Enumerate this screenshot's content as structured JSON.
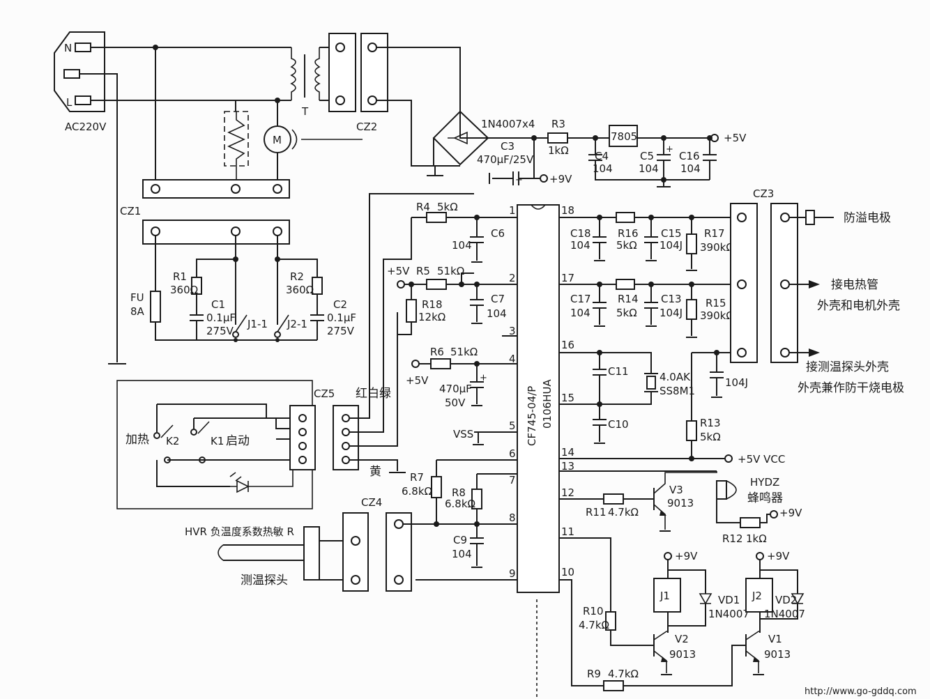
{
  "power": {
    "n": "N",
    "l": "L",
    "ac": "AC220V",
    "t": "T",
    "cz1": "CZ1",
    "cz2": "CZ2",
    "fu": "FU",
    "fu_val": "8A",
    "m": "M"
  },
  "supply": {
    "bridge": "1N4007x4",
    "r3": "R3",
    "r3v": "1kΩ",
    "c3": "C3",
    "c3v": "470μF/25V",
    "p9": "+9V",
    "reg": "7805",
    "p5": "+5V",
    "c4": "C4",
    "c4v": "104",
    "c5": "C5",
    "c5v": "104",
    "c16": "C16",
    "c16v": "104"
  },
  "relay_board": {
    "r1": "R1",
    "r1v": "360Ω",
    "c1": "C1",
    "c1v": "0.1μF",
    "c1v2": "275V",
    "j11": "J1-1",
    "r2": "R2",
    "r2v": "360Ω",
    "c2": "C2",
    "c2v": "0.1μF",
    "c2v2": "275V",
    "j21": "J2-1"
  },
  "panel": {
    "heat": "加热",
    "k2": "K2",
    "k1": "K1",
    "start": "启动",
    "cz5": "CZ5",
    "colors": "红白绿",
    "yellow": "黄"
  },
  "probe": {
    "hvr": "HVR 负温度系数热敏 R",
    "cz4": "CZ4",
    "probe": "测温探头"
  },
  "ic": {
    "name": "CF745-04/P",
    "code": "0106HUA",
    "pins": [
      "1",
      "2",
      "3",
      "4",
      "5",
      "6",
      "7",
      "8",
      "9",
      "10",
      "11",
      "12",
      "13",
      "14",
      "15",
      "16",
      "17",
      "18"
    ]
  },
  "left_parts": {
    "r4": "R4",
    "r4v": "5kΩ",
    "c6": "C6",
    "c6v": "104",
    "p5": "+5V",
    "r5": "R5",
    "r5v": "51kΩ",
    "c7": "C7",
    "c7v": "104",
    "r18": "R18",
    "r18v": "12kΩ",
    "r6": "R6",
    "r6v": "51kΩ",
    "p5b": "+5V",
    "cap": "470μF",
    "capv": "50V",
    "vss": "VSS",
    "r7": "R7",
    "r7v": "6.8kΩ",
    "r8": "R8",
    "r8v": "6.8kΩ",
    "c9": "C9",
    "c9v": "104"
  },
  "right_parts": {
    "c18": "C18",
    "c18v": "104",
    "r16": "R16",
    "r16v": "5kΩ",
    "c15": "C15",
    "c15v": "104J",
    "r17": "R17",
    "r17v": "390kΩ",
    "c17": "C17",
    "c17v": "104",
    "r14": "R14",
    "r14v": "5kΩ",
    "c13": "C13",
    "c13v": "104J",
    "r15": "R15",
    "r15v": "390kΩ",
    "c11": "C11",
    "c10": "C10",
    "xt": "4.0AK",
    "xt2": "SS8M1",
    "c104j": "104J",
    "r13": "R13",
    "r13v": "5kΩ",
    "vcc": "+5V  VCC",
    "cz3": "CZ3",
    "e1": "防溢电极",
    "e2a": "接电热管",
    "e2b": "外壳和电机外壳",
    "e3a": "接测温探头外壳",
    "e3b": "外壳兼作防干烧电极"
  },
  "drivers": {
    "r11": "R11",
    "r11v": "4.7kΩ",
    "v3": "V3",
    "v3t": "9013",
    "hydz": "HYDZ",
    "buzz": "蜂鸣器",
    "p9a": "+9V",
    "r12": "R12",
    "r12v": "1kΩ",
    "p9b": "+9V",
    "p9c": "+9V",
    "j1": "J1",
    "vd1": "VD1",
    "vd1t": "1N4007",
    "j2": "J2",
    "vd2": "VD2",
    "vd2t": "1N4007",
    "r10": "R10",
    "r10v": "4.7kΩ",
    "v2": "V2",
    "v2t": "9013",
    "v1": "V1",
    "v1t": "9013",
    "r9": "R9",
    "r9v": "4.7kΩ"
  },
  "url": "http://www.go-gddq.com"
}
